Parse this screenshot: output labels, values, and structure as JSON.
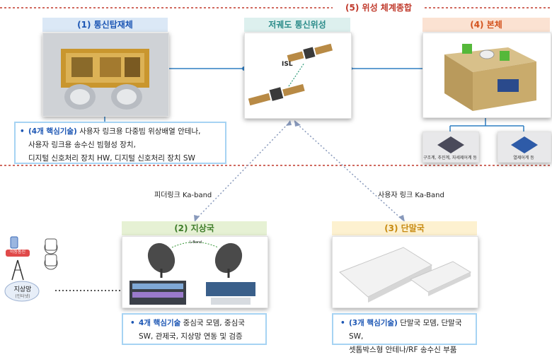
{
  "top_title": "(5) 위성 체계종합",
  "sections": {
    "payload": {
      "title": "(1) 통신탑재체",
      "key_label": "(4개 핵심기술)",
      "line1_rest": " 사용자 링크용 다중빔 위상배열 안테나,",
      "line2": "사용자 링크용 송수신 빔형성 장치,",
      "line3": "디지털 신호처리 장치 HW, 디지털 신호처리 장치 SW"
    },
    "leo": {
      "title": "저궤도 통신위성",
      "isl": "ISL"
    },
    "bus": {
      "title": "(4) 본체",
      "sub1": "구조계, 추진계, 자세제어계 등",
      "sub2": "열제어계 등"
    },
    "ground": {
      "title": "(2) 지상국",
      "key_label": "4개 핵심기술",
      "line1_rest": " 중심국 모뎀, 중심국",
      "line2": "SW,  관제국, 지상망 연동 및 검증",
      "link_label": "L-Band"
    },
    "terminal": {
      "title": "(3) 단말국",
      "key_label": "(3개 핵심기술)",
      "line1_rest": " 단말국 모뎀, 단말국 SW,",
      "line2": "셋톱박스형 안테나/RF 송수신 부품"
    }
  },
  "links": {
    "feeder": "피더링크 Ka-band",
    "user": "사용자 링크 Ka-Band"
  },
  "network": {
    "mobile_label": "이동통신",
    "ground_net": "지상망",
    "ground_net_sub": "(인터넷)"
  },
  "colors": {
    "dashed_red": "#c0392b",
    "line_blue": "#2f7ec2",
    "key_blue": "#1c56b4"
  }
}
